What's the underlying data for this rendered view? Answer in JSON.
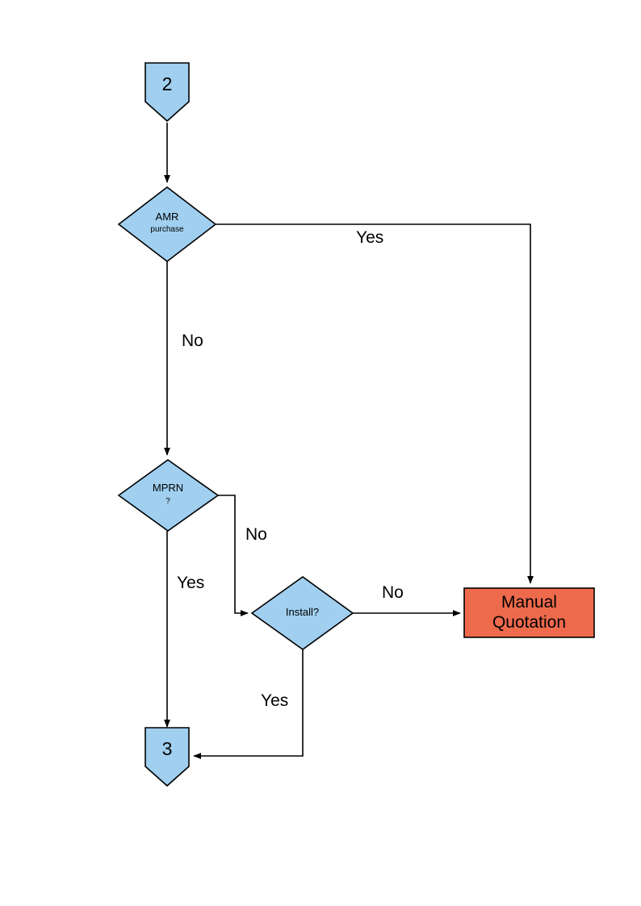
{
  "diagram": {
    "type": "flowchart",
    "title": "",
    "background_color": "#ffffff",
    "colors": {
      "node_fill_blue": "#A0CFF0",
      "node_fill_orange": "#EE6A4C",
      "stroke": "#000000",
      "text": "#000000"
    },
    "nodes": [
      {
        "id": "start-2",
        "shape": "pentagon-connector",
        "label": "2",
        "fill": "#A0CFF0"
      },
      {
        "id": "amr-purchase",
        "shape": "diamond",
        "label_line1": "AMR",
        "label_line2": "purchase",
        "fill": "#A0CFF0"
      },
      {
        "id": "mprn",
        "shape": "diamond",
        "label_line1": "MPRN",
        "label_line2": "?",
        "fill": "#A0CFF0"
      },
      {
        "id": "install",
        "shape": "diamond",
        "label_line1": "Install?",
        "fill": "#A0CFF0"
      },
      {
        "id": "manual-quotation",
        "shape": "rectangle",
        "label_line1": "Manual",
        "label_line2": "Quotation",
        "fill": "#EE6A4C"
      },
      {
        "id": "end-3",
        "shape": "pentagon-connector",
        "label": "3",
        "fill": "#A0CFF0"
      }
    ],
    "edges": [
      {
        "id": "e-start-to-amr",
        "from": "start-2",
        "to": "amr-purchase",
        "label": ""
      },
      {
        "id": "e-amr-yes",
        "from": "amr-purchase",
        "to": "manual-quotation",
        "label": "Yes"
      },
      {
        "id": "e-amr-no",
        "from": "amr-purchase",
        "to": "mprn",
        "label": "No"
      },
      {
        "id": "e-mprn-no",
        "from": "mprn",
        "to": "install",
        "label": "No"
      },
      {
        "id": "e-mprn-yes",
        "from": "mprn",
        "to": "end-3",
        "label": "Yes"
      },
      {
        "id": "e-install-no",
        "from": "install",
        "to": "manual-quotation",
        "label": "No"
      },
      {
        "id": "e-install-yes",
        "from": "install",
        "to": "end-3",
        "label": "Yes"
      }
    ]
  }
}
